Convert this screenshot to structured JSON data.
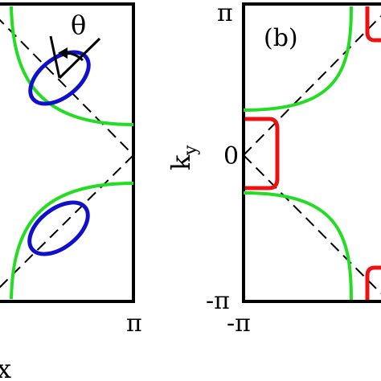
{
  "figure": {
    "left_panel": {
      "x_tick_right": "π",
      "angle_label": "θ",
      "curve_colors": {
        "surface": "#22dd22",
        "pocket": "#1010cc",
        "guide": "#000000"
      },
      "x_axis_fragment": "x"
    },
    "right_panel": {
      "panel_label": "(b)",
      "y_axis_letter": "k",
      "y_axis_subscript": "y",
      "y_ticks": [
        "π",
        "0",
        "-π"
      ],
      "x_tick_left": "-π",
      "curve_colors": {
        "surface": "#22dd22",
        "pocket": "#ee1111",
        "guide": "#000000"
      }
    }
  }
}
